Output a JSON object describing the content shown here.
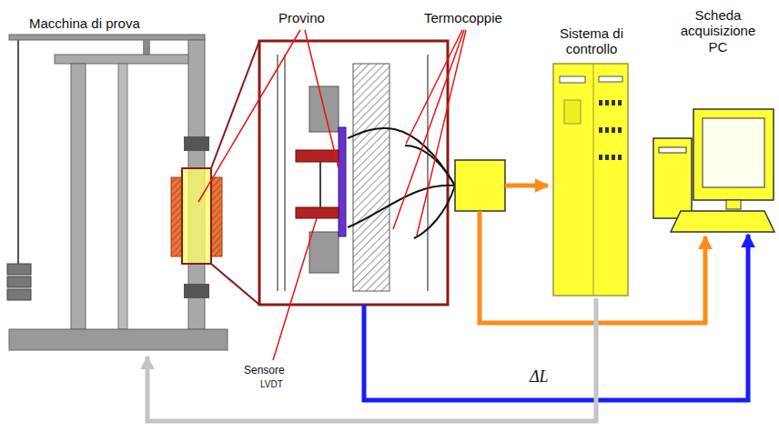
{
  "diagram": {
    "nodes": [
      {
        "text": [
          "Macchina di prova"
        ]
      },
      {
        "text": [
          "Sistema di controllo"
        ]
      },
      {
        "text": [
          "Scheda acquisizione PC"
        ]
      }
    ],
    "edges": [
      {
        "from": 0,
        "to": 2,
        "arrow": "to",
        "label": "ΔL"
      },
      {
        "from": 1,
        "to": 0,
        "arrow": "to"
      }
    ],
    "labels": [
      "Provino",
      "Termocoppie",
      "Sensore",
      "LVDT"
    ]
  }
}
